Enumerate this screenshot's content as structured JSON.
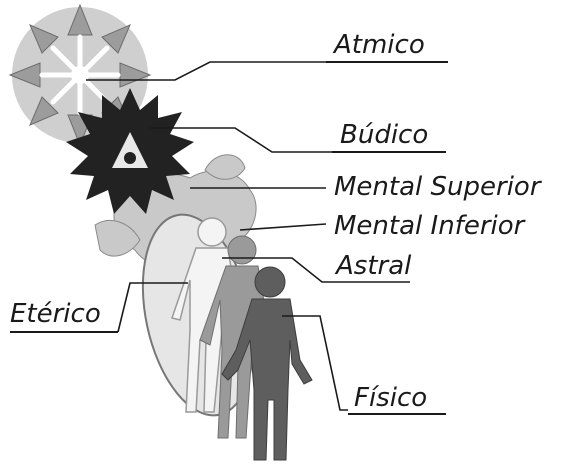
{
  "labels": {
    "atmico": "Atmico",
    "budico": "Búdico",
    "mental_superior": "Mental Superior",
    "mental_inferior": "Mental Inferior",
    "astral": "Astral",
    "eterico": "Etérico",
    "fisico": "Físico"
  },
  "colors": {
    "ink": "#1a1a1a",
    "atmic_flower": "#bdbdbd",
    "budic_star": "#222222",
    "mental_leaves": "#c9c9c9",
    "egg": "#e6e6e6",
    "etheric_figure": "#f4f4f4",
    "astral_figure": "#9a9a9a",
    "physical_figure": "#5e5e5e"
  }
}
